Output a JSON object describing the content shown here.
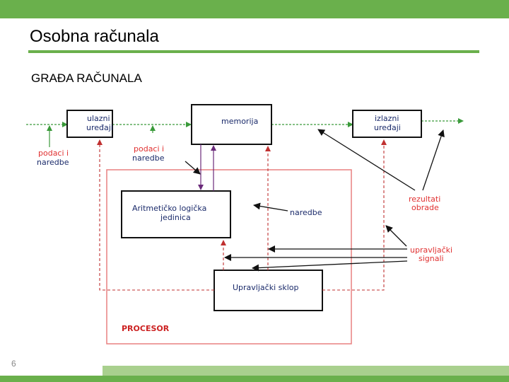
{
  "header": {
    "title": "Osobna računala"
  },
  "slide": {
    "subtitle": "GRAĐA RAČUNALA",
    "page_number": "6"
  },
  "diagram": {
    "blocks": {
      "input_devices": [
        "ulazni",
        "uređaji"
      ],
      "memory": "memorija",
      "output_devices": [
        "izlazni",
        "uređaji"
      ],
      "alu": [
        "Aritmetičko logička",
        "jedinica"
      ],
      "control_unit": "Upravljački sklop",
      "processor": "PROCESOR"
    },
    "labels": {
      "data_in": [
        "podaci i",
        "naredbe"
      ],
      "data_mem": [
        "podaci i",
        "naredbe"
      ],
      "instructions": "naredbe",
      "results": [
        "rezultati",
        "obrade"
      ],
      "control_signals": [
        "upravljački",
        "signali"
      ]
    },
    "colors": {
      "accent": "#6ab04c",
      "accent_light": "#a9d08e",
      "label_red": "#e03030",
      "label_dark": "#1a2a6a",
      "line_purple": "#6a2a7a",
      "processor_border": "#e88080",
      "processor_text": "#cc2222"
    }
  }
}
